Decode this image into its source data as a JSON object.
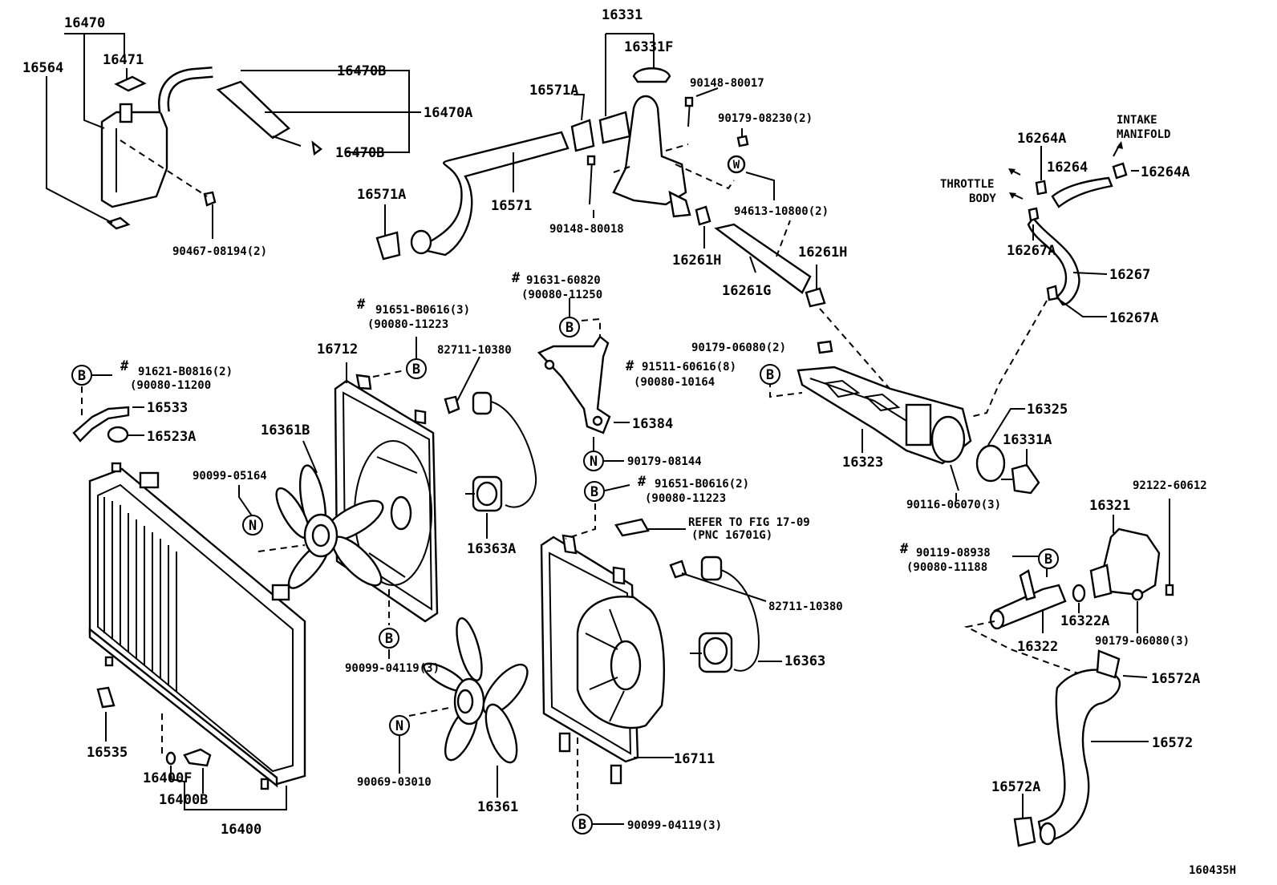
{
  "labels": {
    "p16470": "16470",
    "p16471": "16471",
    "p16564": "16564",
    "p16470B_1": "16470B",
    "p16470A": "16470A",
    "p16470B_2": "16470B",
    "p90467": "90467-08194(2)",
    "p16331": "16331",
    "p16331F": "16331F",
    "p90148_80017": "90148-80017",
    "p90179_08230": "90179-08230(2)",
    "p16571A_1": "16571A",
    "p16571A_2": "16571A",
    "p16571": "16571",
    "p90148_80018": "90148-80018",
    "p94613": "94613-10800(2)",
    "p16261H_1": "16261H",
    "p16261H_2": "16261H",
    "p16261G": "16261G",
    "p16264A_1": "16264A",
    "p16264": "16264",
    "p16264A_2": "16264A",
    "p16267A_1": "16267A",
    "p16267": "16267",
    "p16267A_2": "16267A",
    "intake1": "INTAKE",
    "intake2": "MANIFOLD",
    "throttle1": "THROTTLE",
    "throttle2": "BODY",
    "p91631": "91631-60820",
    "p90080_11250": "(90080-11250",
    "p91651_a": "91651-B0616(3)",
    "p90080_11223_a": "(90080-11223",
    "p16712": "16712",
    "p82711_a": "82711-10380",
    "p90179_06080_2": "90179-06080(2)",
    "p91511": "91511-60616(8)",
    "p90080_10164": "(90080-10164",
    "p91621": "91621-B0816(2)",
    "p90080_11200": "(90080-11200",
    "p16533": "16533",
    "p16523A": "16523A",
    "p16384": "16384",
    "p16361B": "16361B",
    "p90099_05164": "90099-05164",
    "p90179_08144": "90179-08144",
    "p16323": "16323",
    "p16325": "16325",
    "p16331A": "16331A",
    "p90116": "90116-06070(3)",
    "p16363A": "16363A",
    "p91651_b": "91651-B0616(2)",
    "p90080_11223_b": "(90080-11223",
    "refer1": "REFER TO FIG 17-09",
    "refer2": "(PNC 16701G)",
    "p92122": "92122-60612",
    "p16321": "16321",
    "p90119": "90119-08938",
    "p90080_11188": "(90080-11188",
    "p82711_b": "82711-10380",
    "p16322A": "16322A",
    "p16322": "16322",
    "p90179_06080_3": "90179-06080(3)",
    "p90099_04119_a": "90099-04119(3)",
    "p16363": "16363",
    "p16572A_1": "16572A",
    "p16572": "16572",
    "p16572A_2": "16572A",
    "p16535": "16535",
    "p16400F": "16400F",
    "p16400B": "16400B",
    "p16400": "16400",
    "p16711": "16711",
    "p90069": "90069-03010",
    "p16361": "16361",
    "p90099_04119_b": "90099-04119(3)",
    "hash": "#",
    "figure_id": "160435H"
  },
  "markers": {
    "B": "B",
    "N": "N",
    "W": "W"
  }
}
